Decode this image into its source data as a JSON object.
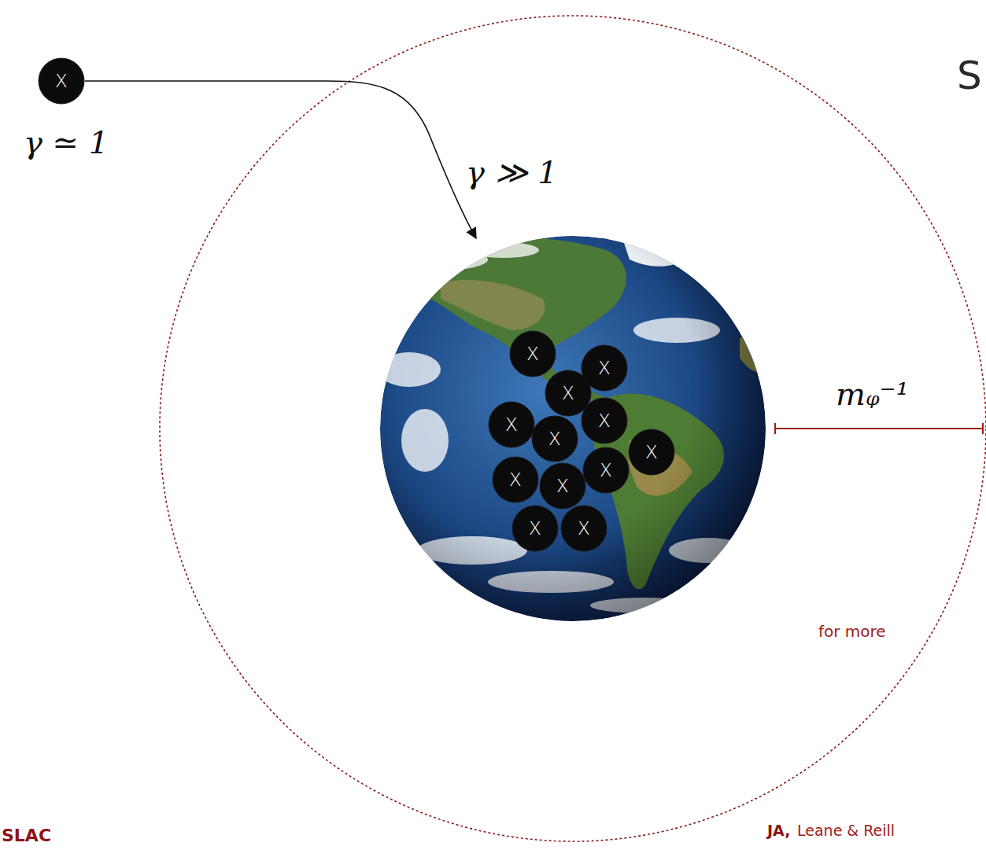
{
  "diagram": {
    "nodes": [
      {
        "text": [
          "X"
        ]
      },
      {
        "text": [
          "X"
        ]
      },
      {
        "text": [
          "X"
        ]
      },
      {
        "text": [
          "X"
        ]
      },
      {
        "text": [
          "X"
        ]
      },
      {
        "text": [
          "X"
        ]
      },
      {
        "text": [
          "X"
        ]
      },
      {
        "text": [
          "X"
        ]
      },
      {
        "text": [
          "X"
        ]
      },
      {
        "text": [
          "X"
        ]
      },
      {
        "text": [
          "X"
        ]
      },
      {
        "text": [
          "X"
        ]
      },
      {
        "text": [
          "X"
        ]
      }
    ],
    "labels": [
      "S",
      "γ ≃ 1",
      "γ ≫ 1",
      "mᵩ⁻¹",
      "for more",
      "JA,",
      "Leane & Reill",
      "SLAC"
    ]
  }
}
